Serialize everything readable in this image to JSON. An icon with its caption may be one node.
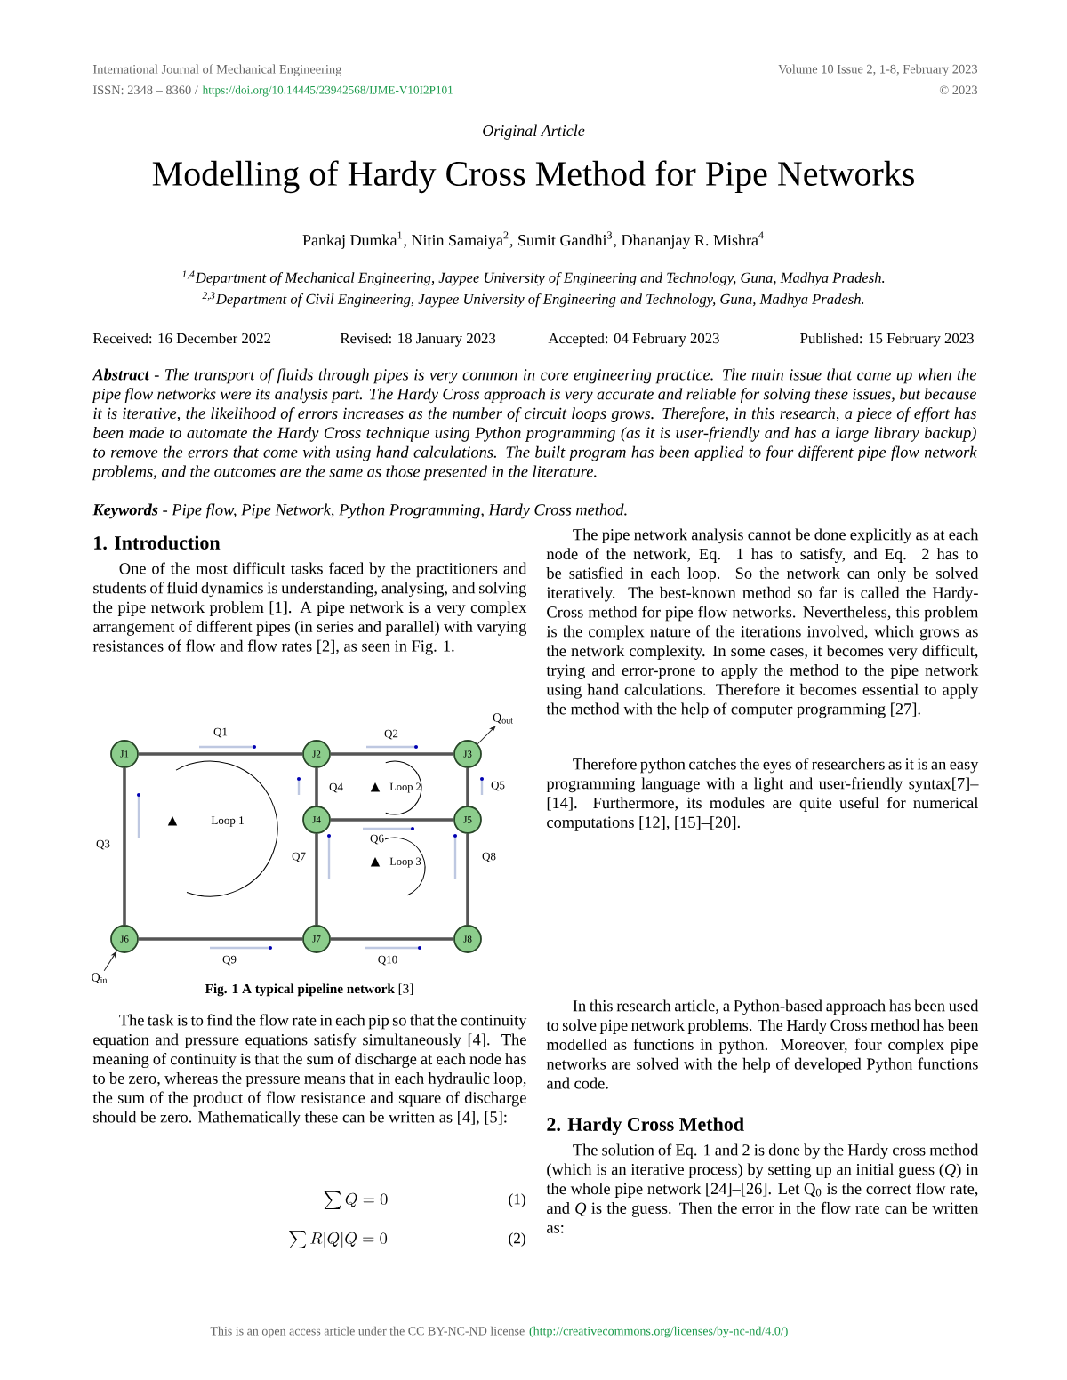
{
  "diagram": {
    "title": "Modelling of Hardy Cross Method for Pipe Networks",
    "caption": "**Fig. 1 A typical pipeline network** [3]",
    "nodes": [
      {
        "text": [
          "J1"
        ]
      },
      {
        "text": [
          "J2"
        ]
      },
      {
        "text": [
          "J3"
        ]
      },
      {
        "text": [
          "J4"
        ]
      },
      {
        "text": [
          "J5"
        ]
      },
      {
        "text": [
          "J6"
        ]
      },
      {
        "text": [
          "J7"
        ]
      },
      {
        "text": [
          "J8"
        ]
      },
      {
        "text": [
          "Q$_{out}$"
        ]
      },
      {
        "text": [
          "Q$_{in}$"
        ]
      }
    ],
    "edges": [
      {
        "from": 0,
        "to": 1,
        "arrow": "none",
        "label": "Q1"
      },
      {
        "from": 1,
        "to": 2,
        "arrow": "none",
        "label": "Q2"
      },
      {
        "from": 0,
        "to": 5,
        "arrow": "none",
        "label": "Q3"
      },
      {
        "from": 1,
        "to": 3,
        "arrow": "none",
        "label": "Q4"
      },
      {
        "from": 2,
        "to": 4,
        "arrow": "none",
        "label": "Q5"
      },
      {
        "from": 3,
        "to": 4,
        "arrow": "none",
        "label": "Q6"
      },
      {
        "from": 3,
        "to": 6,
        "arrow": "none",
        "label": "Q7"
      },
      {
        "from": 4,
        "to": 7,
        "arrow": "none",
        "label": "Q8"
      },
      {
        "from": 5,
        "to": 6,
        "arrow": "none",
        "label": "Q9"
      },
      {
        "from": 6,
        "to": 7,
        "arrow": "none",
        "label": "Q10"
      },
      {
        "from": 2,
        "to": 8,
        "arrow": "to"
      },
      {
        "from": 9,
        "to": 5,
        "arrow": "to"
      }
    ],
    "labels": [
      "International Journal of Mechanical Engineering",
      "ISSN: 2348 – 8360 /",
      "https://doi.org/10.14445/23942568/IJME-V10I2P101",
      "Volume 10 Issue 2, 1-8, February 2023",
      "© 2023",
      "Original Article",
      "Pankaj Dumka$^{1}$, Nitin Samaiya$^{2}$, Sumit Gandhi$^{3}$, Dhananjay R. Mishra$^{4}$",
      "$^{1,4}$Department of Mechanical Engineering, Jaypee University of Engineering and Technology, Guna, Madhya Pradesh.",
      "$^{2,3}$Department of Civil Engineering, Jaypee University of Engineering and Technology, Guna, Madhya Pradesh.",
      "Received: 16 December 2022",
      "Revised: 18 January 2023",
      "Accepted: 04 February 2023",
      "Published: 15 February 2023",
      "**Abstract** - The transport of fluids through pipes is very common in core engineering practice. The main issue that came up when the pipe flow networks were its analysis part. The Hardy Cross approach is very accurate and reliable for solving these issues, but because it is iterative, the likelihood of errors increases as the number of circuit loops grows. Therefore, in this research, a piece of effort has been made to automate the Hardy Cross technique using Python programming (as it is user-friendly and has a large library backup) to remove the errors that come with using hand calculations. The built program has been applied to four different pipe flow network problems, and the outcomes are the same as those presented in the literature.",
      "**Keywords** - Pipe flow, Pipe Network, Python Programming, Hardy Cross method.",
      "1. Introduction",
      "One of the most difficult tasks faced by the practitioners and students of fluid dynamics is understanding, analysing, and solving the pipe network problem [1]. A pipe network is a very complex arrangement of different pipes (in series and parallel) with varying resistances of flow and flow rates [2], as seen in Fig. 1.",
      "Loop 1",
      "Loop 2",
      "Loop 3",
      "The task is to find the flow rate in each pip so that the continuity equation and pressure equations satisfy simultaneously [4]. The meaning of continuity is that the sum of discharge at each node has to be zero, whereas the pressure means that in each hydraulic loop, the sum of the product of flow resistance and square of discharge should be zero. Mathematically these can be written as [4], [5]:",
      "\\sum Q = 0",
      "(1)",
      "\\sum R|Q|Q = 0",
      "(2)",
      "The pipe network analysis cannot be done explicitly as at each node of the network, Eq. 1 has to satisfy, and Eq. 2 has to be satisfied in each loop. So the network can only be solved iteratively. The best-known method so far is called the Hardy-Cross method for pipe flow networks. Nevertheless, this problem is the complex nature of the iterations involved, which grows as the network complexity. In some cases, it becomes very difficult, trying and error-prone to apply the method to the pipe network using hand calculations. Therefore it becomes essential to apply the method with the help of computer programming [27].",
      "Therefore python catches the eyes of researchers as it is an easy programming language with a light and user-friendly syntax[7]–[14]. Furthermore, its modules are quite useful for numerical computations [12], [15]–[20].",
      "In this research article, a Python-based approach has been used to solve pipe network problems. The Hardy Cross method has been modelled as functions in python. Moreover, four complex pipe networks are solved with the help of developed Python functions and code.",
      "2. Hardy Cross Method",
      "The solution of Eq. 1 and 2 is done by the Hardy cross method (which is an iterative process) by setting up an initial guess (*Q*) in the whole pipe network [24]–[26]. Let Q$_{0}$ is the correct flow rate, and *Q* is the guess. Then the error in the flow rate can be written as:",
      "This is an open access article under the CC BY-NC-ND license",
      "(http://creativecommons.org/licenses/by-nc-nd/4.0/)"
    ]
  }
}
